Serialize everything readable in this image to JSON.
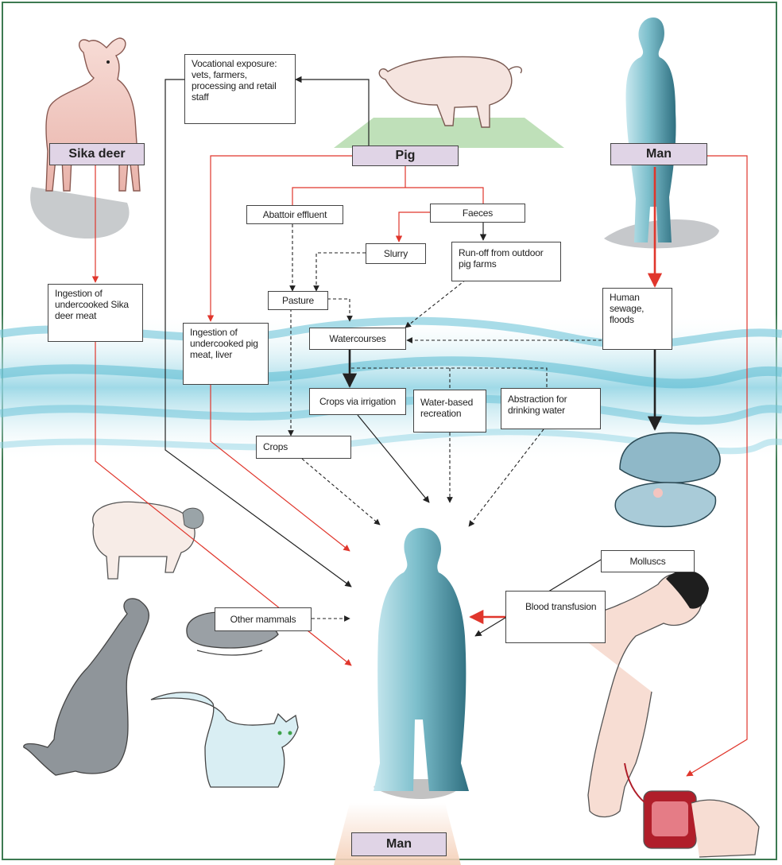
{
  "labels": {
    "sika_deer": "Sika deer",
    "pig": "Pig",
    "man_top": "Man",
    "man_bottom": "Man",
    "vocational": "Vocational exposure: vets, farmers, processing and retail staff",
    "abattoir": "Abattoir effluent",
    "faeces": "Faeces",
    "slurry": "Slurry",
    "runoff": "Run-off from outdoor pig farms",
    "pasture": "Pasture",
    "watercourses": "Watercourses",
    "ingestion_deer": "Ingestion of undercooked Sika deer meat",
    "ingestion_pig": "Ingestion of undercooked pig meat, liver",
    "human_sewage": "Human sewage, floods",
    "crops_irrigation": "Crops via irrigation",
    "water_recreation": "Water-based recreation",
    "abstraction": "Abstraction for drinking water",
    "crops": "Crops",
    "molluscs": "Molluscs",
    "other_mammals": "Other mammals",
    "blood_transfusion": "Blood transfusion"
  },
  "colors": {
    "frame": "#3d7a52",
    "header_fill": "#e0d4e6",
    "red_arrow": "#e0362c",
    "black_arrow": "#222222",
    "water": "#7fcfe0",
    "man_silhouette": "#5fa7b8"
  },
  "icons": [
    "sika-deer-illustration",
    "pig-illustration",
    "man-silhouette",
    "sheep-illustration",
    "dog-illustration",
    "rat-illustration",
    "cat-illustration",
    "mollusc-shell-illustration",
    "blood-donor-illustration"
  ]
}
